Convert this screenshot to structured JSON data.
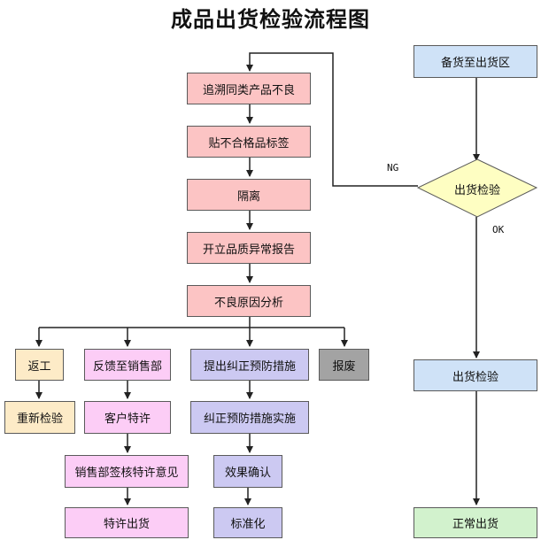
{
  "title": "成品出货检验流程图",
  "left_chain": {
    "trace": "追溯同类产品不良",
    "label_nonconforming": "贴不合格品标签",
    "isolate": "隔离",
    "issue_report": "开立品质异常报告",
    "root_cause": "不良原因分析"
  },
  "branches": {
    "rework": "返工",
    "reinspect": "重新检验",
    "feedback_sales": "反馈至销售部",
    "customer_concession": "客户特许",
    "sales_signoff": "销售部签核特许意见",
    "concession_ship": "特许出货",
    "propose_ca": "提出纠正预防措施",
    "implement_ca": "纠正预防措施实施",
    "verify_effect": "效果确认",
    "standardize": "标准化",
    "scrap": "报废"
  },
  "right_chain": {
    "stock_to_area": "备货至出货区",
    "decision_inspect": "出货检验",
    "inspect": "出货检验",
    "normal_ship": "正常出货"
  },
  "edge_labels": {
    "ng": "NG",
    "ok": "OK"
  },
  "colors": {
    "pink": "#fcc4c4",
    "blue": "#cfe2f7",
    "green": "#d2f2cd",
    "cream": "#fdebc7",
    "magenta": "#fccdf6",
    "lavender": "#ccc9f2",
    "gray": "#a3a3a3",
    "diamond": "#fefec2"
  }
}
